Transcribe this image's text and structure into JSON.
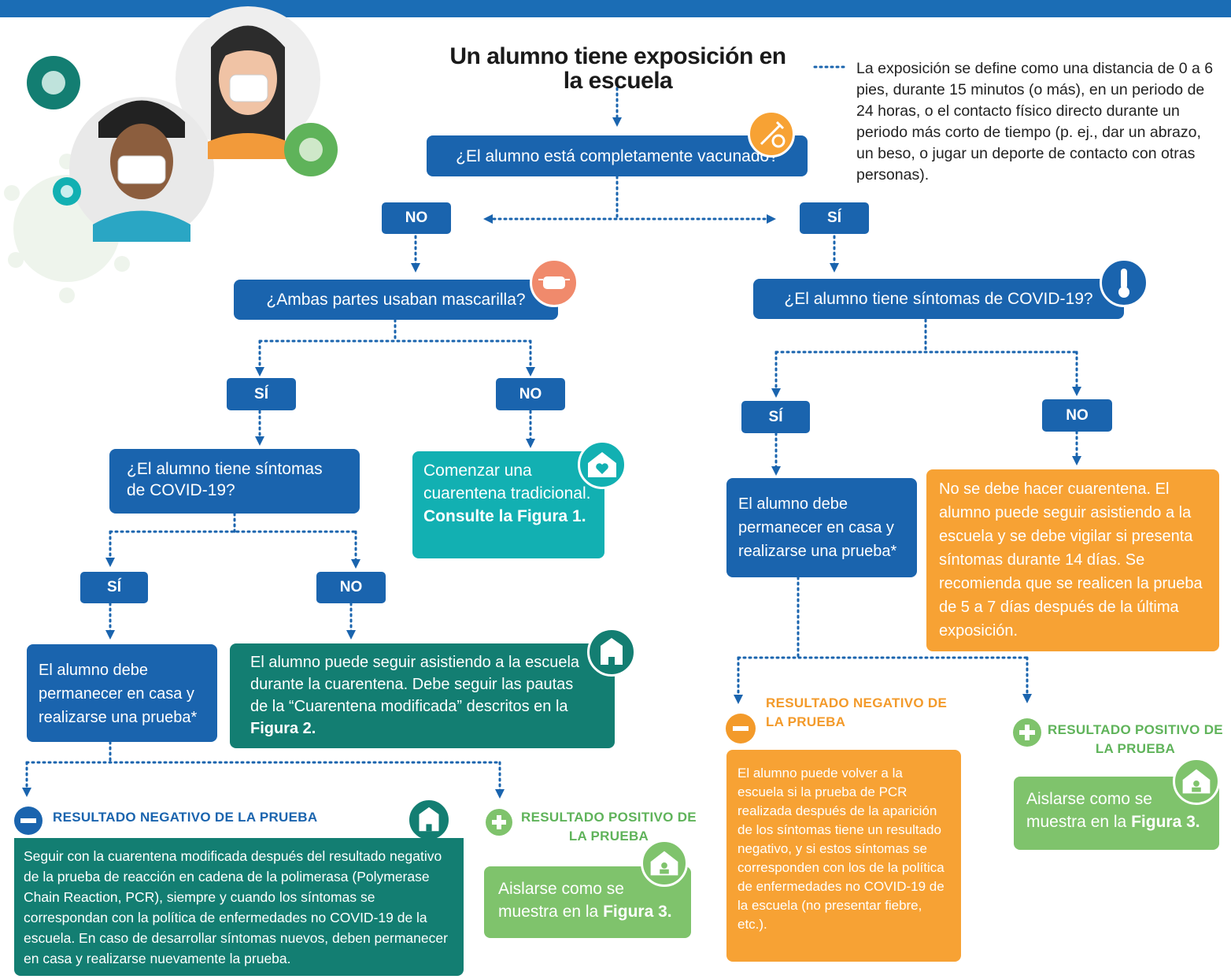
{
  "title": "Un alumno tiene exposición en la escuela",
  "definition": "La exposición se define como una distancia de 0 a 6 pies, durante 15 minutos (o más), en un periodo de 24 horas, o el contacto físico directo durante un periodo más corto de tiempo (p. ej., dar un abrazo, un beso, o jugar un deporte de contacto con otras personas).",
  "q_vaccinated": "¿El alumno está completamente vacunado?",
  "labels": {
    "no": "NO",
    "si": "SÍ"
  },
  "q_masks": "¿Ambas partes usaban mascarilla?",
  "q_symptoms": "¿El alumno tiene síntomas de COVID-19?",
  "q_symptoms_left": "¿El alumno tiene síntomas de COVID-19?",
  "traditional": {
    "text": "Comenzar una cuarentena tradicional.",
    "ref": "Consulte la Figura 1."
  },
  "stay_home": "El alumno debe permanecer en casa y realizarse una prueba*",
  "modified": {
    "text": "El alumno puede seguir asistiendo a la escuela durante la cuarentena. Debe seguir las pautas de la “Cuarentena modificada” descritos en la",
    "ref": "Figura 2."
  },
  "no_quarantine": "No se debe hacer cuarentena. El alumno puede seguir asistiendo a la escuela y se debe vigilar si presenta síntomas durante 14 días. Se recomienda que se realicen la prueba de 5 a 7 días después de la última exposición.",
  "neg_label": "RESULTADO NEGATIVO DE LA PRUEBA",
  "pos_label": "RESULTADO POSITIVO DE LA PRUEBA",
  "neg_left_text": "Seguir con la cuarentena modificada después del resultado negativo de la prueba de reacción en cadena de la polimerasa (Polymerase Chain Reaction, PCR), siempre y cuando los síntomas se correspondan con la política de enfermedades no COVID-19 de la escuela. En caso de desarrollar síntomas nuevos, deben permanecer en casa y realizarse nuevamente la prueba.",
  "neg_right_text": "El alumno puede volver a la escuela si la prueba de PCR realizada después de la aparición de los síntomas tiene un resultado negativo, y si estos síntomas se corresponden con los de la política de enfermedades no COVID-19 de la escuela (no presentar fiebre, etc.).",
  "isolate": {
    "text": "Aislarse como se muestra en la",
    "ref": "Figura 3."
  },
  "colors": {
    "blue": "#1a64ae",
    "teal": "#12b0b2",
    "dark_teal": "#137e72",
    "orange": "#f7a234",
    "light_green": "#7fc36c"
  },
  "icons": [
    "virus-icon",
    "syringe-icon",
    "mask-icon",
    "thermometer-icon",
    "heart-home-icon",
    "school-icon",
    "house-person-icon",
    "minus-circle-icon",
    "plus-circle-icon"
  ]
}
